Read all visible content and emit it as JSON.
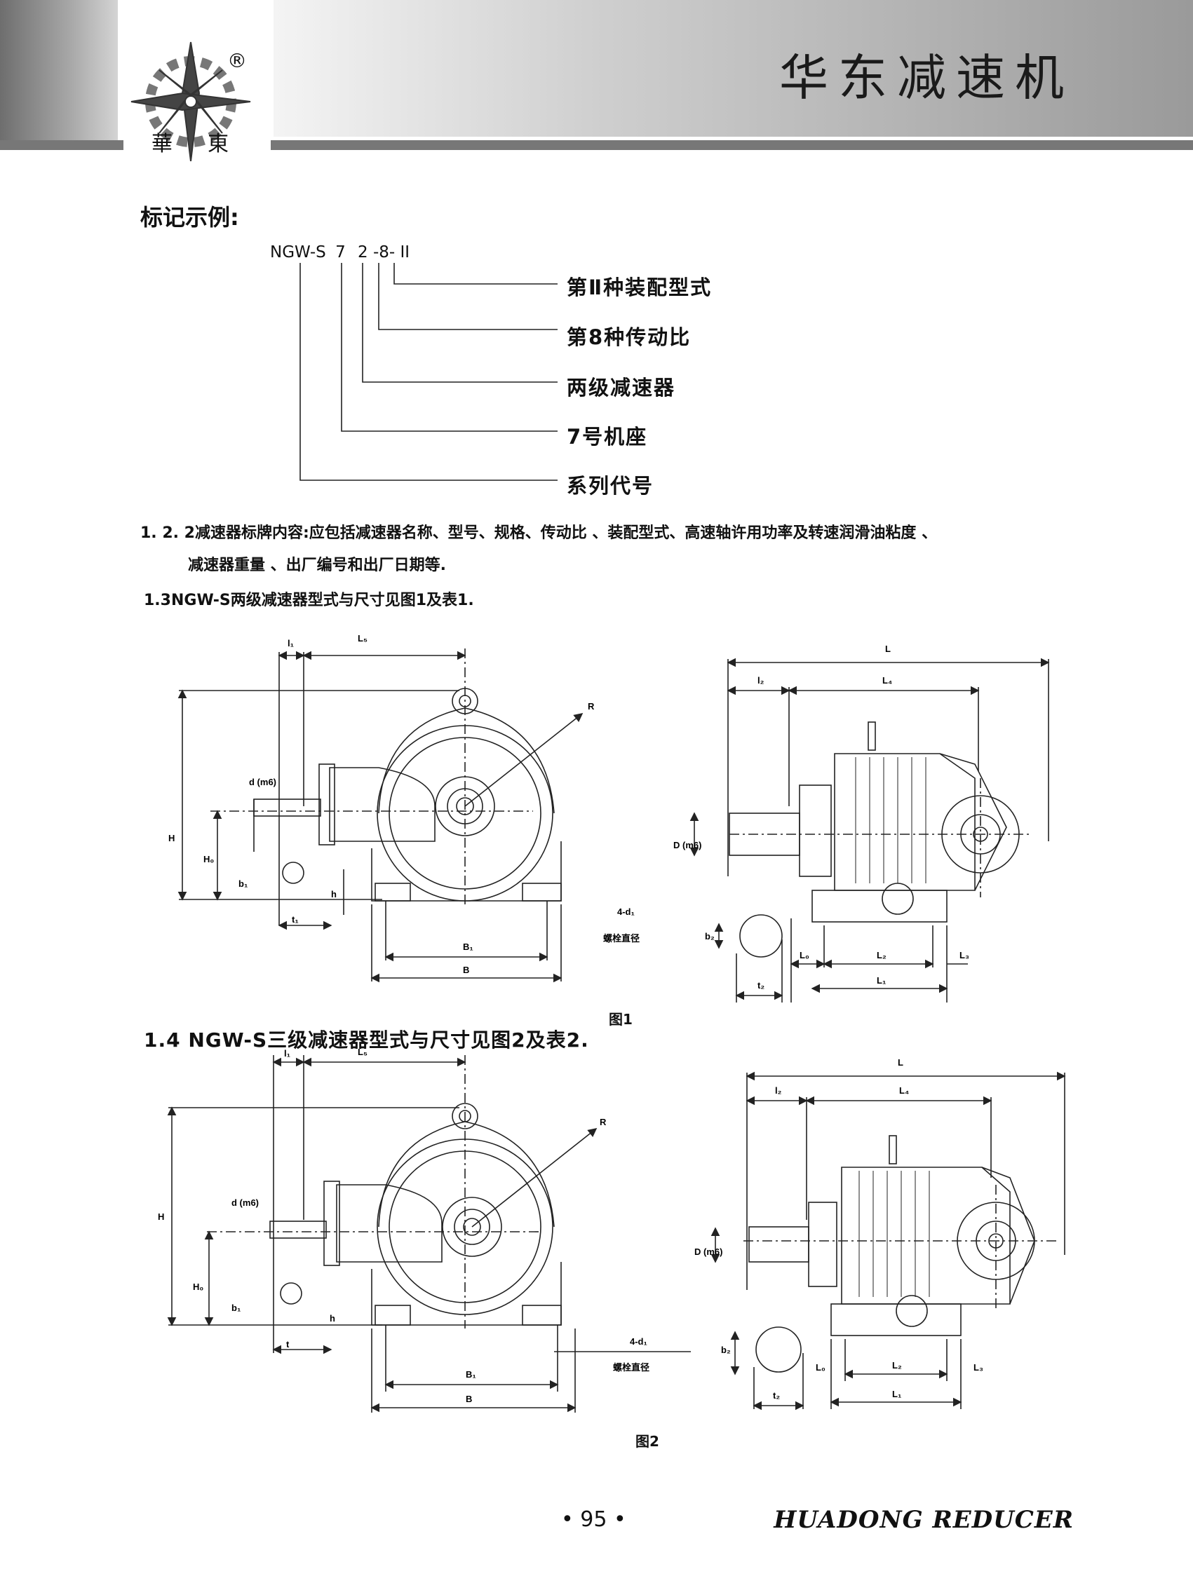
{
  "header": {
    "logo_char_left": "華",
    "logo_char_right": "東",
    "registered": "®",
    "title": "华东减速机"
  },
  "marking": {
    "heading": "标记示例:",
    "code_main": "NGW-S",
    "code_7": "7",
    "code_rest": "2 -8- II",
    "labels": [
      "第Ⅱ种装配型式",
      "第8种传动比",
      "两级减速器",
      "7号机座",
      "系列代号"
    ]
  },
  "paragraphs": {
    "p122_line1": "1. 2. 2减速器标牌内容:应包括减速器名称、型号、规格、传动比 、装配型式、高速轴许用功率及转速润滑油粘度 、",
    "p122_line2": "减速器重量 、出厂编号和出厂日期等.",
    "p13": "1.3NGW-S两级减速器型式与尺寸见图1及表1.",
    "p14": "1.4 NGW-S三级减速器型式与尺寸见图2及表2."
  },
  "figure1": {
    "caption": "图1",
    "labels": {
      "l1": "l₁",
      "L5": "L₅",
      "R": "R",
      "H": "H",
      "d": "d (m6)",
      "H0": "H₀",
      "b1": "b₁",
      "h": "h",
      "t1": "t₁",
      "B1": "B₁",
      "B": "B",
      "bolt": "4-d₁",
      "bolt_desc": "螺栓直径"
    },
    "side_labels": {
      "L": "L",
      "l2": "l₂",
      "L4": "L₄",
      "D": "D (m6)",
      "b2": "b₂",
      "t2": "t₂",
      "L0": "L₀",
      "L2": "L₂",
      "L3": "L₃",
      "L1": "L₁"
    }
  },
  "figure2": {
    "caption": "图2",
    "labels": {
      "l1": "l₁",
      "L5": "L₅",
      "R": "R",
      "H": "H",
      "d": "d (m6)",
      "H0": "H₀",
      "b1": "b₁",
      "h": "h",
      "t": "t",
      "B1": "B₁",
      "B": "B",
      "bolt": "4-d₁",
      "bolt_desc": "螺栓直径"
    },
    "side_labels": {
      "L": "L",
      "l2": "l₂",
      "L4": "L₄",
      "D": "D (m6)",
      "b2": "b₂",
      "t2": "t₂",
      "L0": "L₀",
      "L2": "L₂",
      "L3": "L₃",
      "L1": "L₁"
    }
  },
  "footer": {
    "page_number": "• 95 •",
    "brand": "HUADONG REDUCER"
  }
}
